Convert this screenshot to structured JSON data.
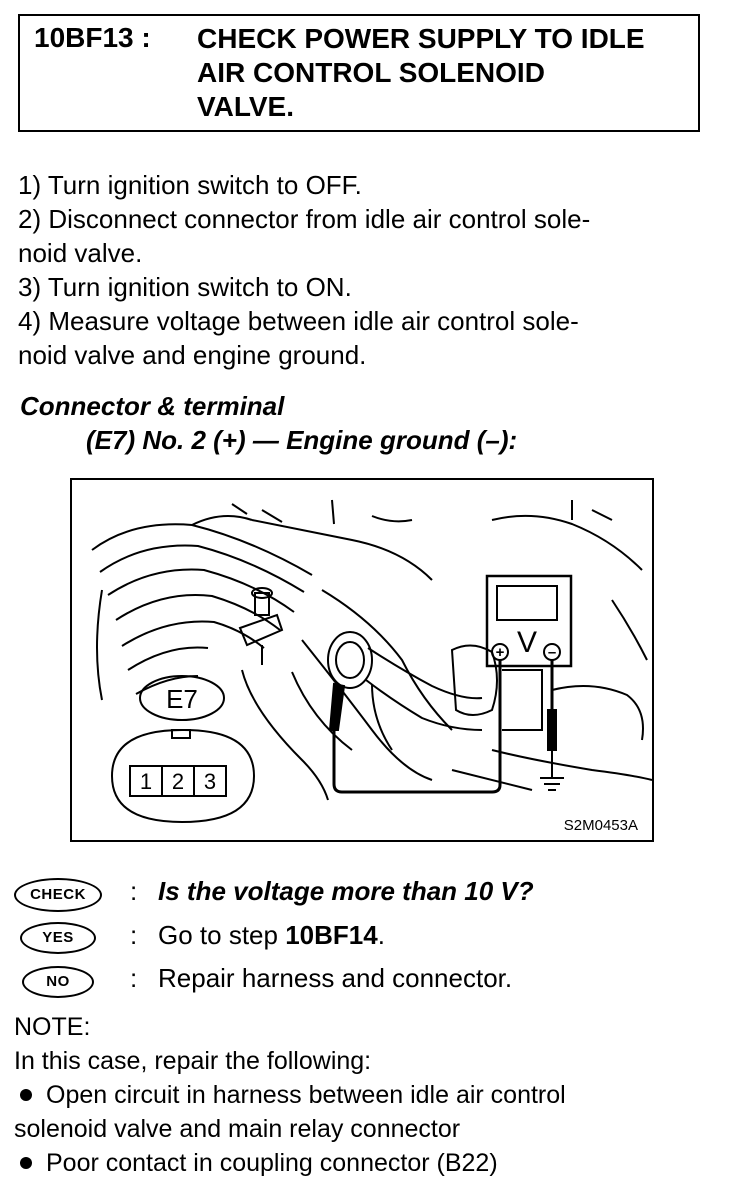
{
  "header": {
    "code": "10BF13 :",
    "title_lines": [
      "CHECK POWER SUPPLY TO IDLE",
      "AIR CONTROL SOLENOID",
      "VALVE."
    ]
  },
  "steps": [
    "1)  Turn ignition switch to OFF.",
    "2)  Disconnect connector from idle air control sole-",
    "noid valve.",
    "3)  Turn ignition switch to ON.",
    "4)  Measure voltage between idle air control sole-",
    "noid valve and engine ground."
  ],
  "connector": {
    "heading": "Connector & terminal",
    "spec": "(E7) No. 2 (+) — Engine ground (–):"
  },
  "figure": {
    "connector_label": "E7",
    "pins": [
      "1",
      "2",
      "3"
    ],
    "meter_label": "V",
    "plus_symbol": "+",
    "minus_symbol": "–",
    "figure_id": "S2M0453A"
  },
  "check": {
    "badge": "CHECK",
    "question": "Is the voltage more than 10 V?"
  },
  "yes": {
    "badge": "YES",
    "prefix": "Go to step ",
    "target": "10BF14",
    "suffix": "."
  },
  "no": {
    "badge": "NO",
    "text": "Repair harness and connector."
  },
  "colon": ":",
  "note": {
    "label": "NOTE:",
    "intro": "In this case, repair the following:",
    "bullet1_line1": "Open circuit in harness between idle air control",
    "bullet1_line2": "solenoid valve and main relay connector",
    "bullet2": "Poor contact in coupling connector (B22)"
  }
}
